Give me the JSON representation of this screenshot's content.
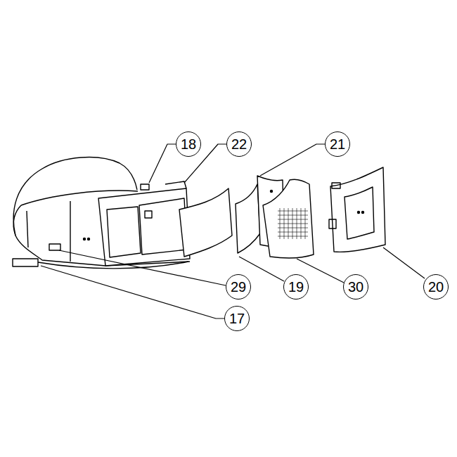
{
  "diagram": {
    "labels": [
      "18",
      "22",
      "21",
      "29",
      "19",
      "30",
      "20",
      "17"
    ]
  }
}
